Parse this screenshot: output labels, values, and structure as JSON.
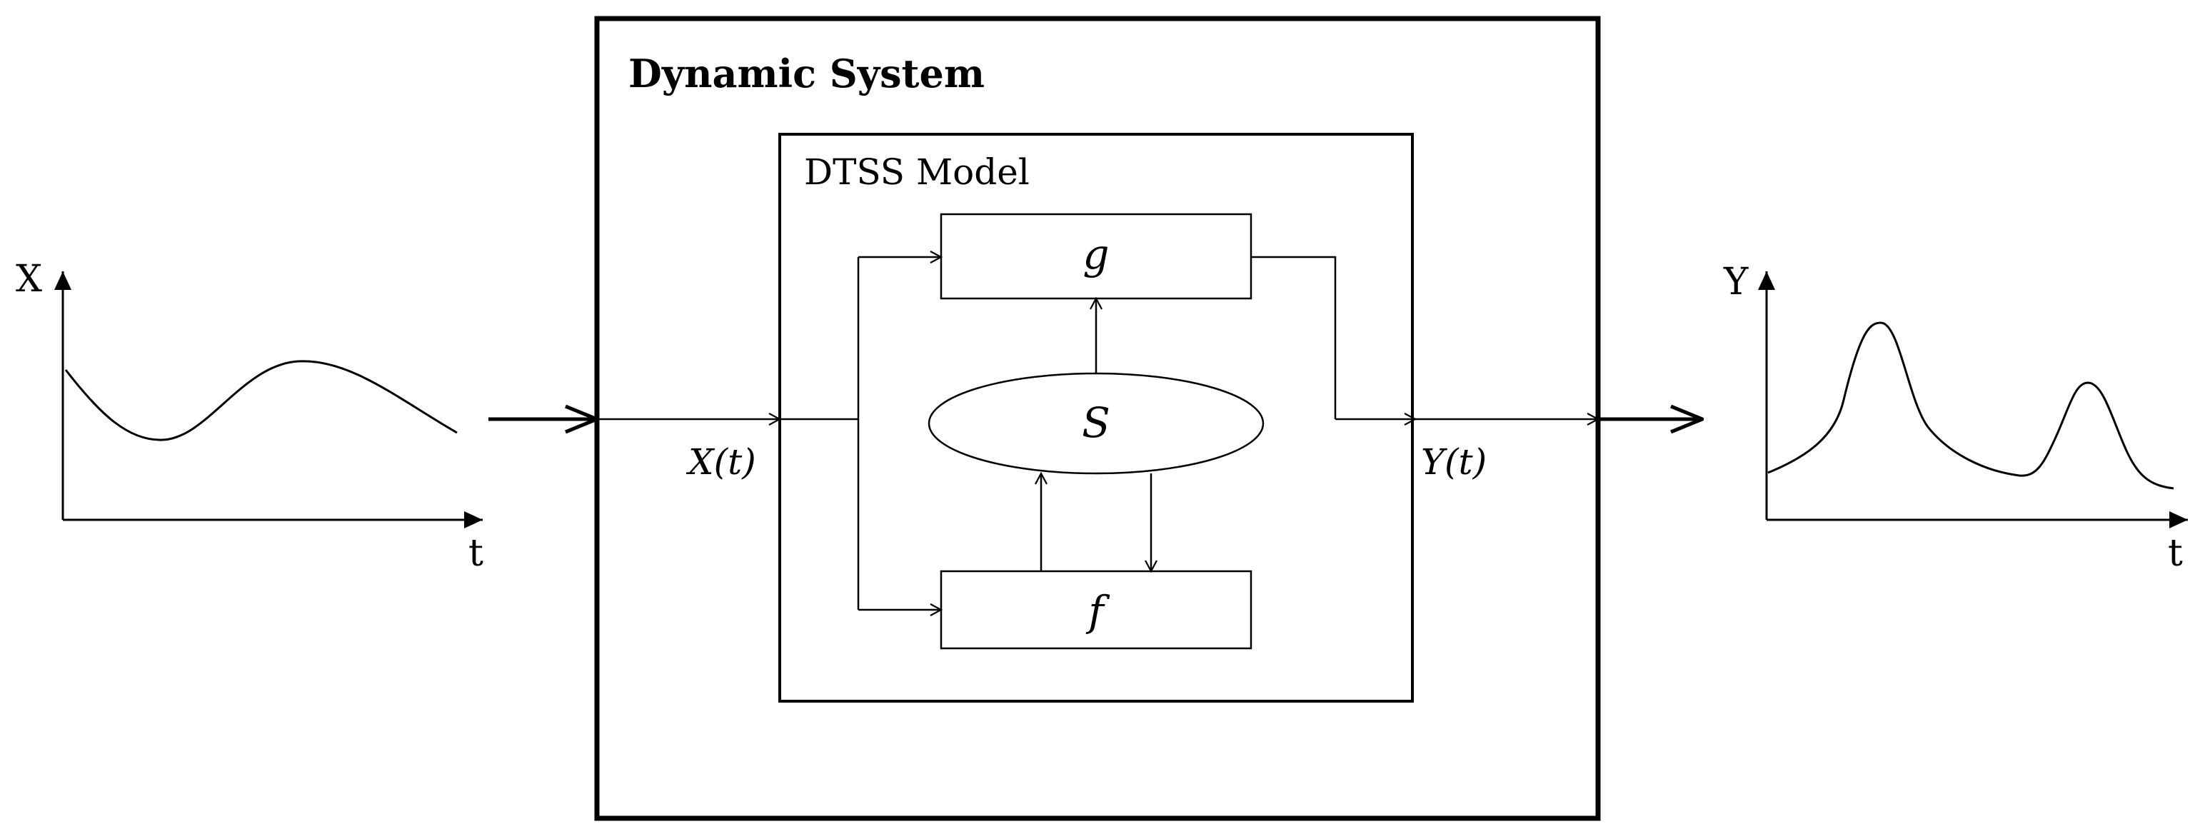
{
  "dynamic_system": {
    "title": "Dynamic System"
  },
  "model": {
    "title": "DTSS Model",
    "g_label": "g",
    "f_label": "f",
    "state_label": "S"
  },
  "signals": {
    "input_label": "X(t)",
    "output_label": "Y(t)"
  },
  "input_plot": {
    "y_axis_label": "X",
    "x_axis_label": "t"
  },
  "output_plot": {
    "y_axis_label": "Y",
    "x_axis_label": "t"
  }
}
